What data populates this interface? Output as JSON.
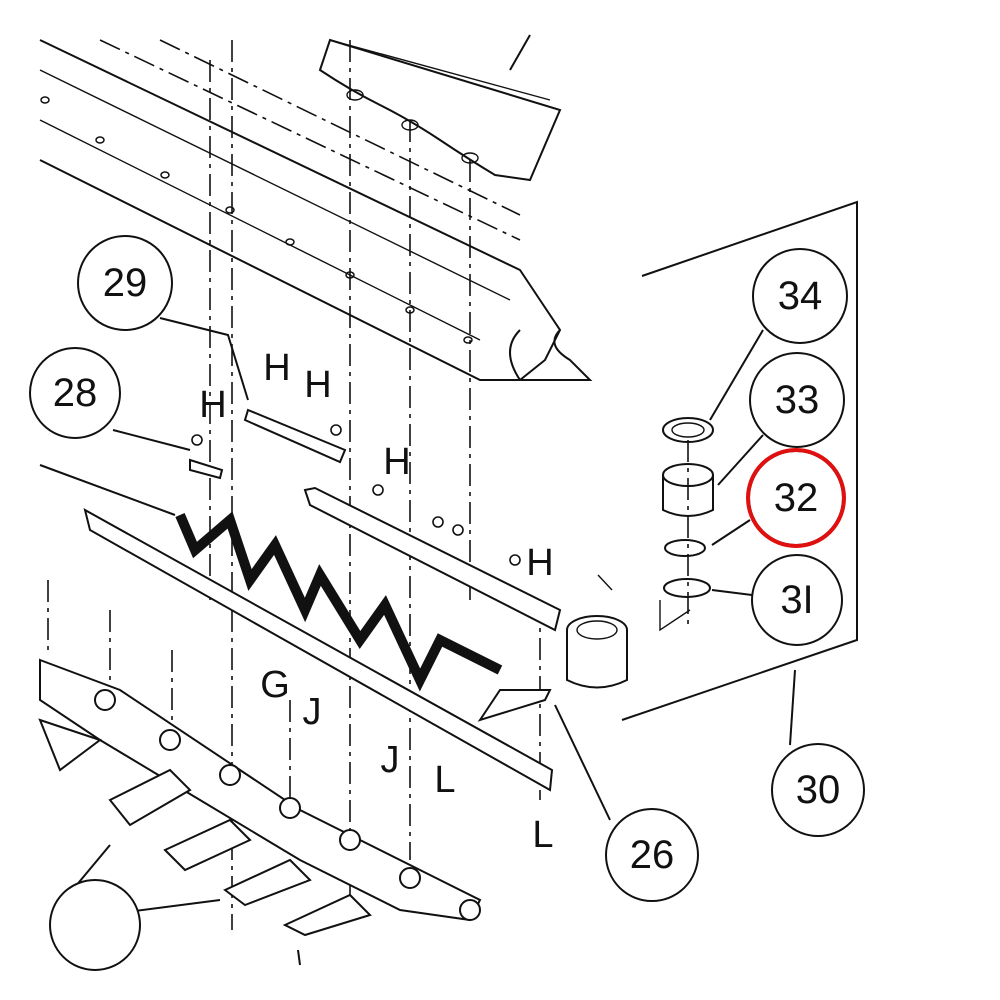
{
  "diagram": {
    "callouts": [
      {
        "id": "callout-29",
        "label": "29",
        "highlighted": false
      },
      {
        "id": "callout-28",
        "label": "28",
        "highlighted": false
      },
      {
        "id": "callout-34",
        "label": "34",
        "highlighted": false
      },
      {
        "id": "callout-33",
        "label": "33",
        "highlighted": false
      },
      {
        "id": "callout-32",
        "label": "32",
        "highlighted": true
      },
      {
        "id": "callout-31",
        "label": "3I",
        "highlighted": false
      },
      {
        "id": "callout-30",
        "label": "30",
        "highlighted": false
      },
      {
        "id": "callout-26",
        "label": "26",
        "highlighted": false
      }
    ],
    "letters": [
      "H",
      "H",
      "H",
      "H",
      "H",
      "G",
      "J",
      "J",
      "L",
      "L"
    ],
    "colors": {
      "line": "#111111",
      "highlight": "#e01010"
    }
  }
}
